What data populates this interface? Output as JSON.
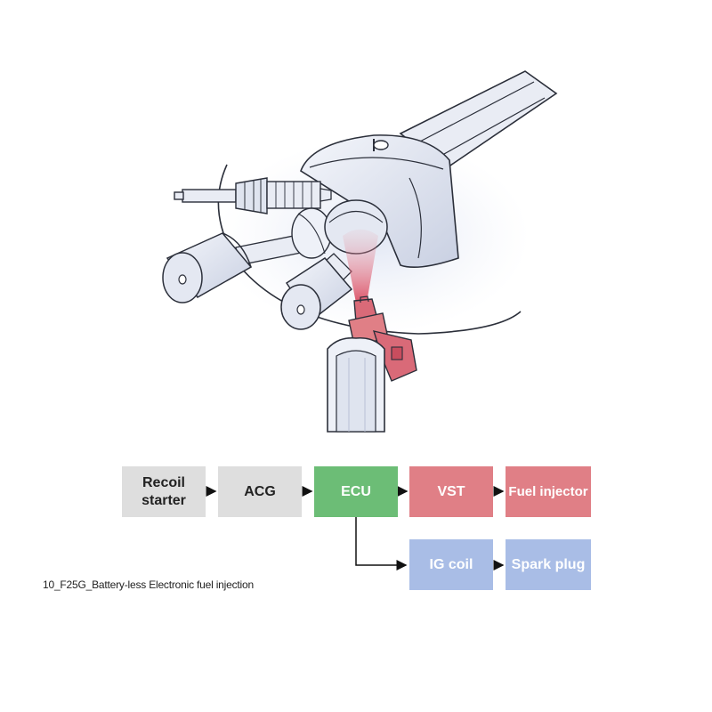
{
  "flow": {
    "recoil_starter": "Recoil\nstarter",
    "acg": "ACG",
    "ecu": "ECU",
    "vst": "VST",
    "fuel_injector": "Fuel injector",
    "ig_coil": "IG coil",
    "spark_plug": "Spark plug"
  },
  "caption": "10_F25G_Battery-less Electronic fuel injection",
  "colors": {
    "gray_box": "#dedede",
    "ecu_green": "#6cbd76",
    "injector_red": "#e07f86",
    "ignition_blue": "#a9bde6",
    "line_art": "#2b2f3a",
    "part_fill": "#e8ecf4"
  }
}
